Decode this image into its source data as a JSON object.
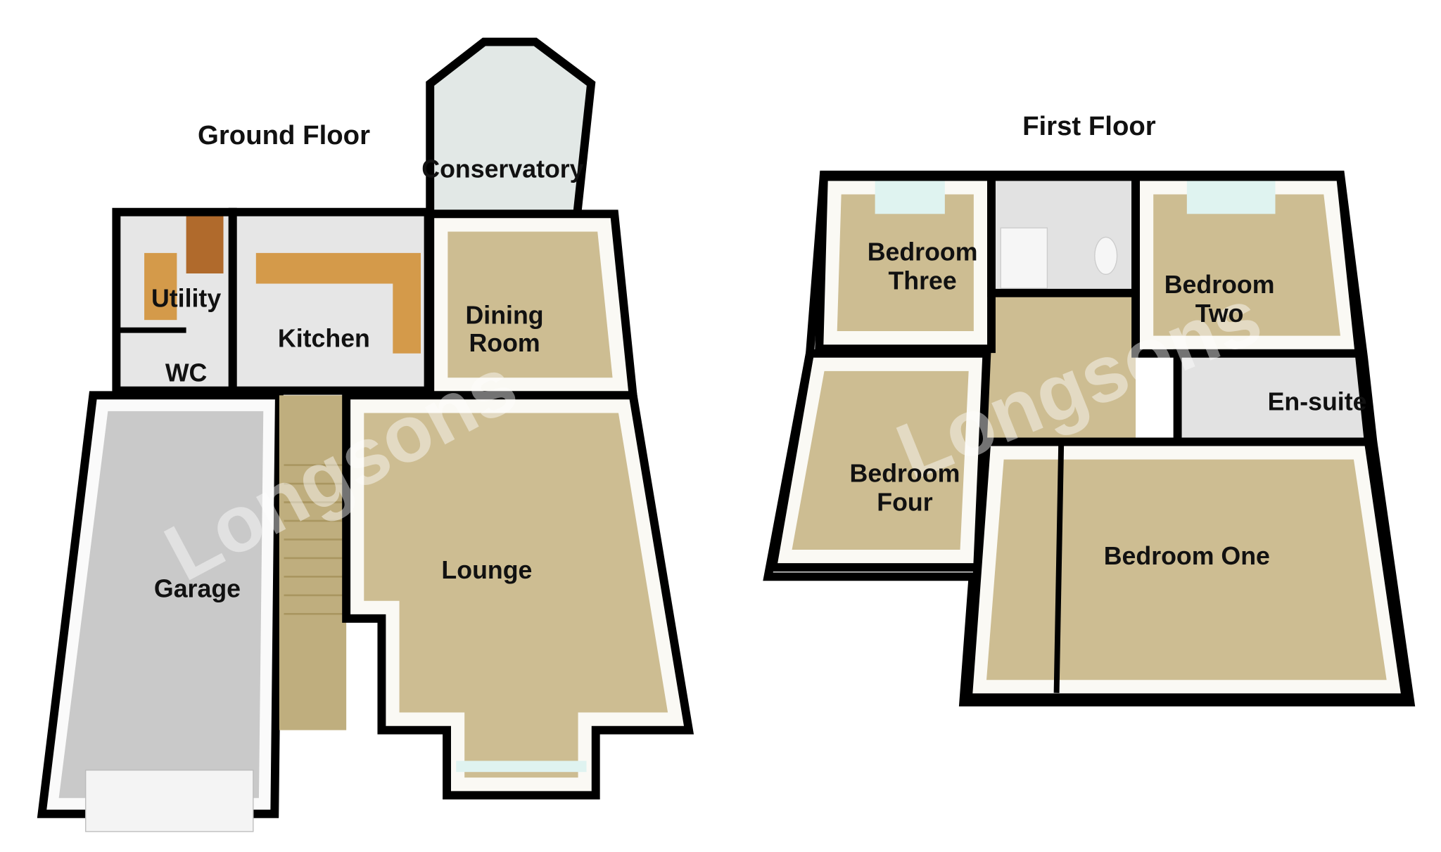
{
  "ground_floor": {
    "title": "Ground Floor",
    "rooms": {
      "conservatory": "Conservatory",
      "utility": "Utility",
      "kitchen": "Kitchen",
      "dining_room_1": "Dining",
      "dining_room_2": "Room",
      "wc": "WC",
      "garage": "Garage",
      "lounge": "Lounge"
    }
  },
  "first_floor": {
    "title": "First Floor",
    "rooms": {
      "bedroom_three_1": "Bedroom",
      "bedroom_three_2": "Three",
      "bedroom_two_1": "Bedroom",
      "bedroom_two_2": "Two",
      "en_suite": "En-suite",
      "bedroom_four_1": "Bedroom",
      "bedroom_four_2": "Four",
      "bedroom_one": "Bedroom One"
    }
  },
  "watermark": "Longsons",
  "colors": {
    "carpet": "#cdbd92",
    "tile": "#e6e6e6",
    "garage": "#c9c9c9",
    "wall": "#000000"
  }
}
